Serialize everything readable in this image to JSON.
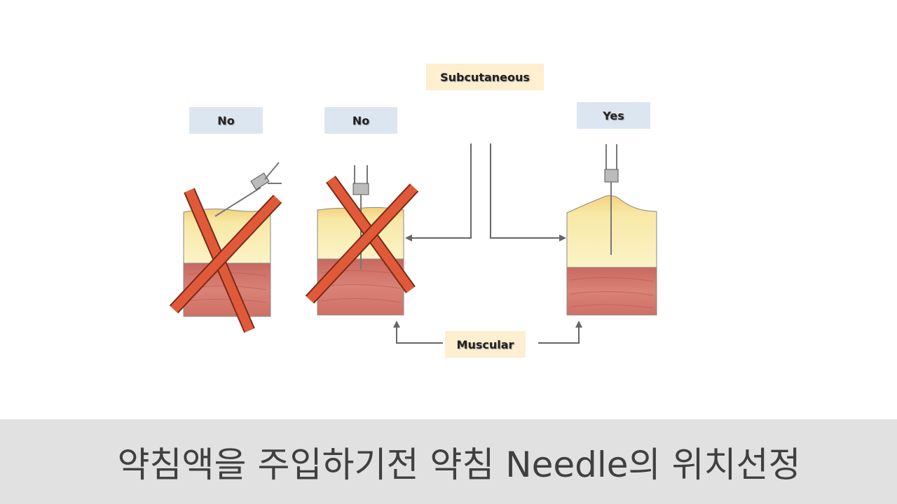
{
  "labels": {
    "no_left": "No",
    "no_middle": "No",
    "yes": "Yes",
    "subcutaneous": "Subcutaneous",
    "muscular": "Muscular"
  },
  "caption": "약침액을 주입하기전 약침 Needle의 위치선정",
  "colors": {
    "skin_top": "#f5d98a",
    "subcutaneous_layer": "#faf0b8",
    "muscle_layer": "#d2716a",
    "cross_mark": "#e05a3a",
    "label_blue": "#dce6f1",
    "label_cream": "#fdefcf",
    "caption_bar": "#e1e1e1"
  }
}
